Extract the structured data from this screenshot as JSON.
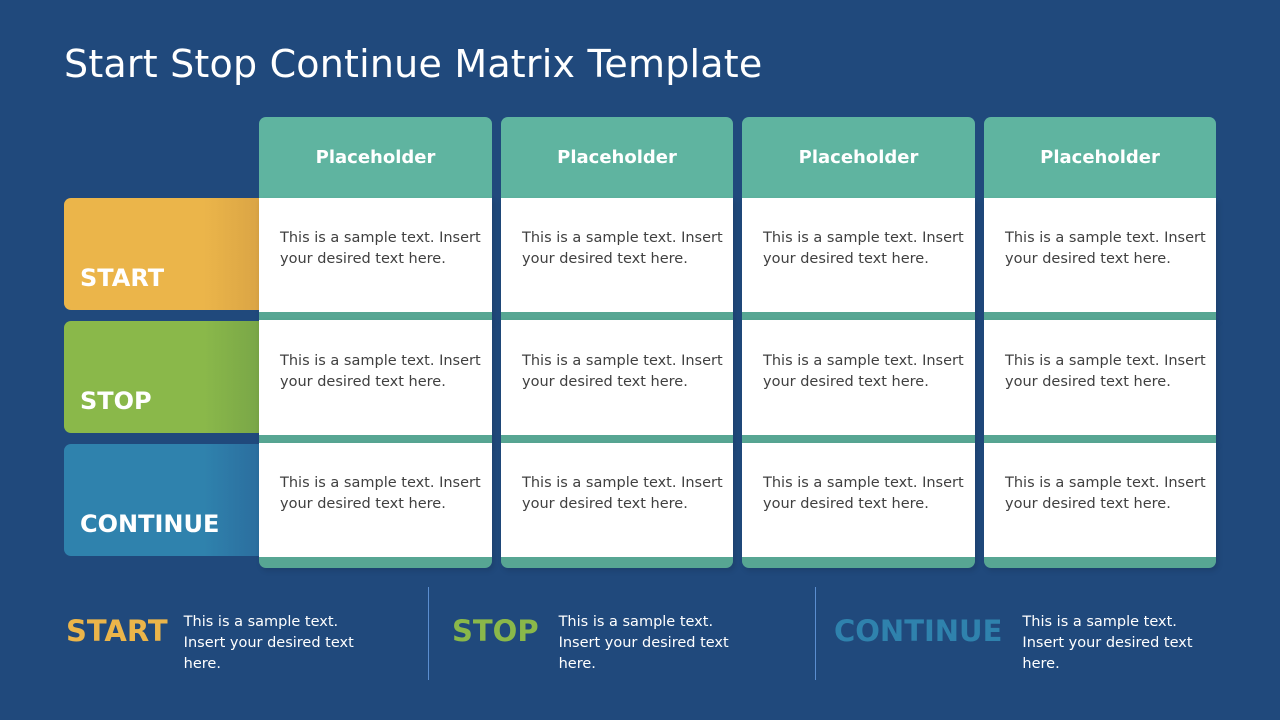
{
  "title": "Start Stop Continue Matrix Template",
  "colors": {
    "background": "#20497c",
    "header_teal": "#5fb4a0",
    "band_teal": "#57a693",
    "start": "#ebb54a",
    "stop": "#8ab84a",
    "continue": "#2f82ad",
    "cell_text": "#404040"
  },
  "columns": [
    {
      "label": "Placeholder"
    },
    {
      "label": "Placeholder"
    },
    {
      "label": "Placeholder"
    },
    {
      "label": "Placeholder"
    }
  ],
  "rows": [
    {
      "label": "START",
      "cells": [
        "This is a sample text. Insert your desired text here.",
        "This is a sample text. Insert your desired text here.",
        "This is a sample text. Insert your desired text here.",
        "This is a sample text. Insert your desired text here."
      ]
    },
    {
      "label": "STOP",
      "cells": [
        "This is a sample text. Insert your desired text here.",
        "This is a sample text. Insert your desired text here.",
        "This is a sample text. Insert your desired text here.",
        "This is a sample text. Insert your desired text here."
      ]
    },
    {
      "label": "CONTINUE",
      "cells": [
        "This is a sample text. Insert your desired text here.",
        "This is a sample text. Insert your desired text here.",
        "This is a sample text. Insert your desired text here.",
        "This is a sample text. Insert your desired text here."
      ]
    }
  ],
  "legend": [
    {
      "label": "START",
      "text": "This is a sample text. Insert your desired text here.",
      "color": "#ebb54a"
    },
    {
      "label": "STOP",
      "text": "This is a sample text. Insert your desired text here.",
      "color": "#8ab84a"
    },
    {
      "label": "CONTINUE",
      "text": "This is a sample text. Insert your desired text here.",
      "color": "#2f82ad"
    }
  ]
}
